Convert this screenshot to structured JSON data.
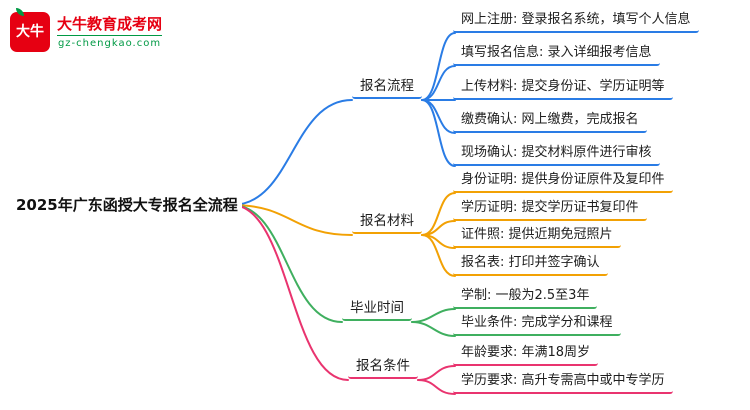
{
  "logo": {
    "icon_text": "大牛",
    "title": "大牛教育成考网",
    "subtitle": "gz-chengkao.com",
    "colors": {
      "red": "#E60012",
      "green": "#009944"
    }
  },
  "root": {
    "label": "2025年广东函授大专报名全流程"
  },
  "branches": [
    {
      "label": "报名流程",
      "color": "#2A7CE5",
      "items": [
        {
          "label": "网上注册: 登录报名系统，填写个人信息"
        },
        {
          "label": "填写报名信息: 录入详细报考信息"
        },
        {
          "label": "上传材料: 提交身份证、学历证明等"
        },
        {
          "label": "缴费确认: 网上缴费，完成报名"
        },
        {
          "label": "现场确认: 提交材料原件进行审核"
        }
      ]
    },
    {
      "label": "报名材料",
      "color": "#F2A104",
      "items": [
        {
          "label": "身份证明: 提供身份证原件及复印件"
        },
        {
          "label": "学历证明: 提交学历证书复印件"
        },
        {
          "label": "证件照: 提供近期免冠照片"
        },
        {
          "label": "报名表: 打印并签字确认"
        }
      ]
    },
    {
      "label": "毕业时间",
      "color": "#3FAF5F",
      "items": [
        {
          "label": "学制: 一般为2.5至3年"
        },
        {
          "label": "毕业条件: 完成学分和课程"
        }
      ]
    },
    {
      "label": "报名条件",
      "color": "#E9346F",
      "items": [
        {
          "label": "年龄要求: 年满18周岁"
        },
        {
          "label": "学历要求: 高升专需高中或中专学历"
        }
      ]
    }
  ]
}
